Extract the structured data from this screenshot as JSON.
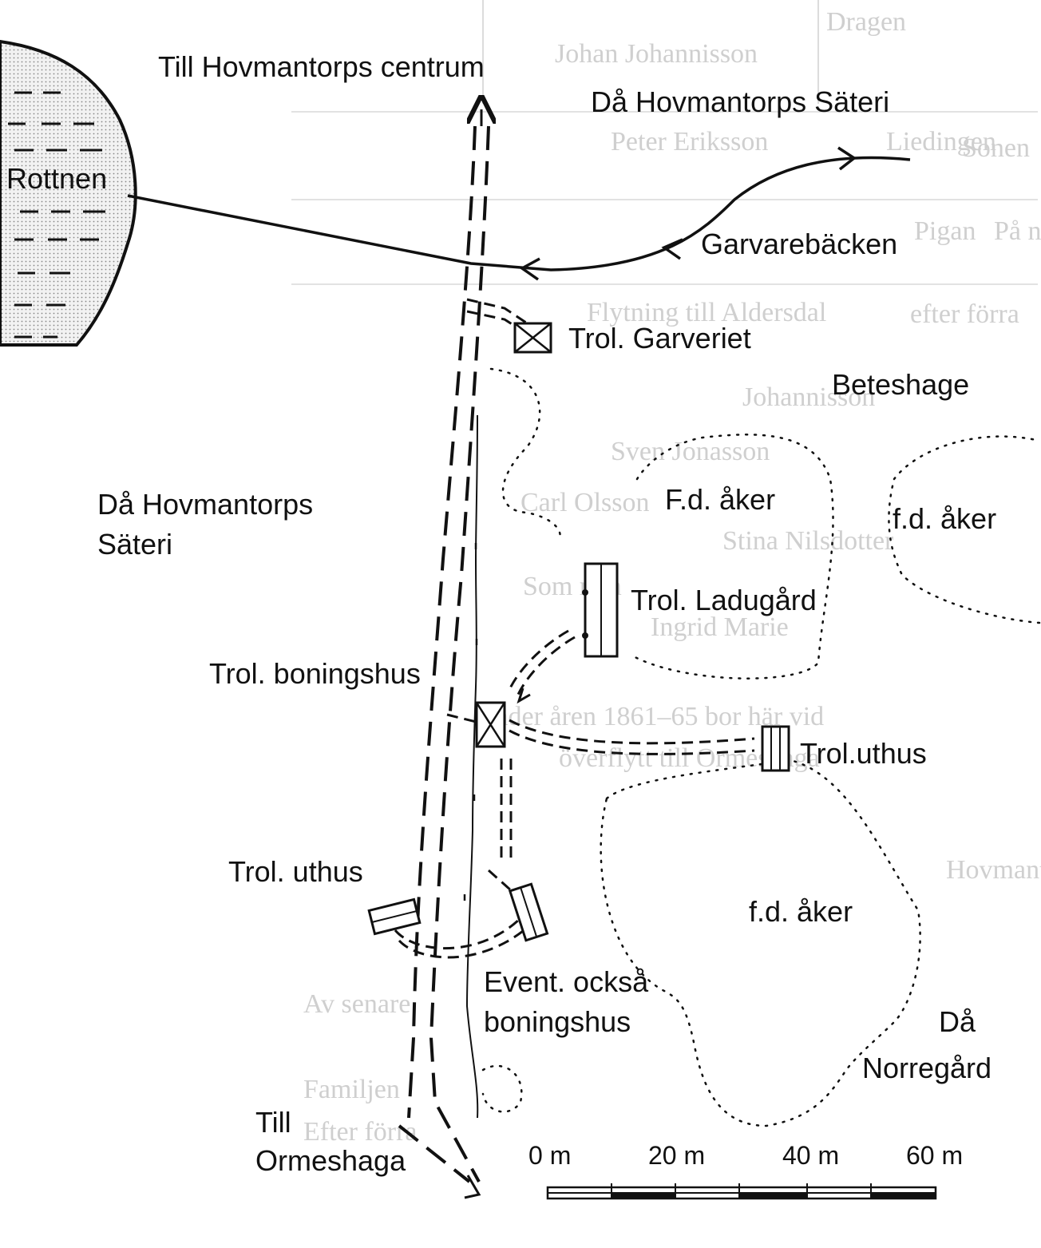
{
  "labels": {
    "till_hovmantorps_centrum": "Till Hovmantorps centrum",
    "da_hovmantorps_sateri_top": "Då Hovmantorps Säteri",
    "rottnen": "Rottnen",
    "garvarebacken": "Garvarebäcken",
    "trol_garveriet": "Trol. Garveriet",
    "beteshage": "Beteshage",
    "da_hovmantorps_left_1": "Då Hovmantorps",
    "da_hovmantorps_left_2": "Säteri",
    "fd_aker_1": "F.d. åker",
    "fd_aker_2": "f.d. åker",
    "fd_aker_3": "f.d. åker",
    "trol_ladugard": "Trol. Ladugård",
    "trol_boningshus": "Trol. boningshus",
    "trol_uthus_right": "Trol.uthus",
    "trol_uthus_left": "Trol. uthus",
    "event_ocksa_1": "Event. också",
    "event_ocksa_2": "boningshus",
    "da_norregard_1": "Då",
    "da_norregard_2": "Norregård",
    "till_ormeshaga_1": "Till",
    "till_ormeshaga_2": "Ormeshaga"
  },
  "scale": {
    "ticks": [
      "0 m",
      "20 m",
      "40 m",
      "60 m"
    ]
  },
  "colors": {
    "ink": "#111111",
    "ghost_text": "#d0d0d0",
    "lake_fill": "#e2e2e2"
  },
  "icons": {
    "building_crossed": "crossed-rectangle",
    "building_hatched": "striped-rectangle"
  },
  "background_text": [
    "Dragen",
    "Johan Johannisson",
    "Liedingen",
    "Peter Eriksson",
    "Pigan",
    "Flytning till Aldersdal",
    "Johannisson",
    "Sven Jonasson",
    "Stina Nilsdotter",
    "Ingrid Marie",
    "Under åren 1861–65 bor här vid",
    "överflytt till Ormeshaga",
    "Som min",
    "Hovmantorp",
    "Carl Olsson",
    "Sonen",
    "På nästa",
    "efter förra",
    "Av senare",
    "Familjen",
    "Efter förra"
  ]
}
